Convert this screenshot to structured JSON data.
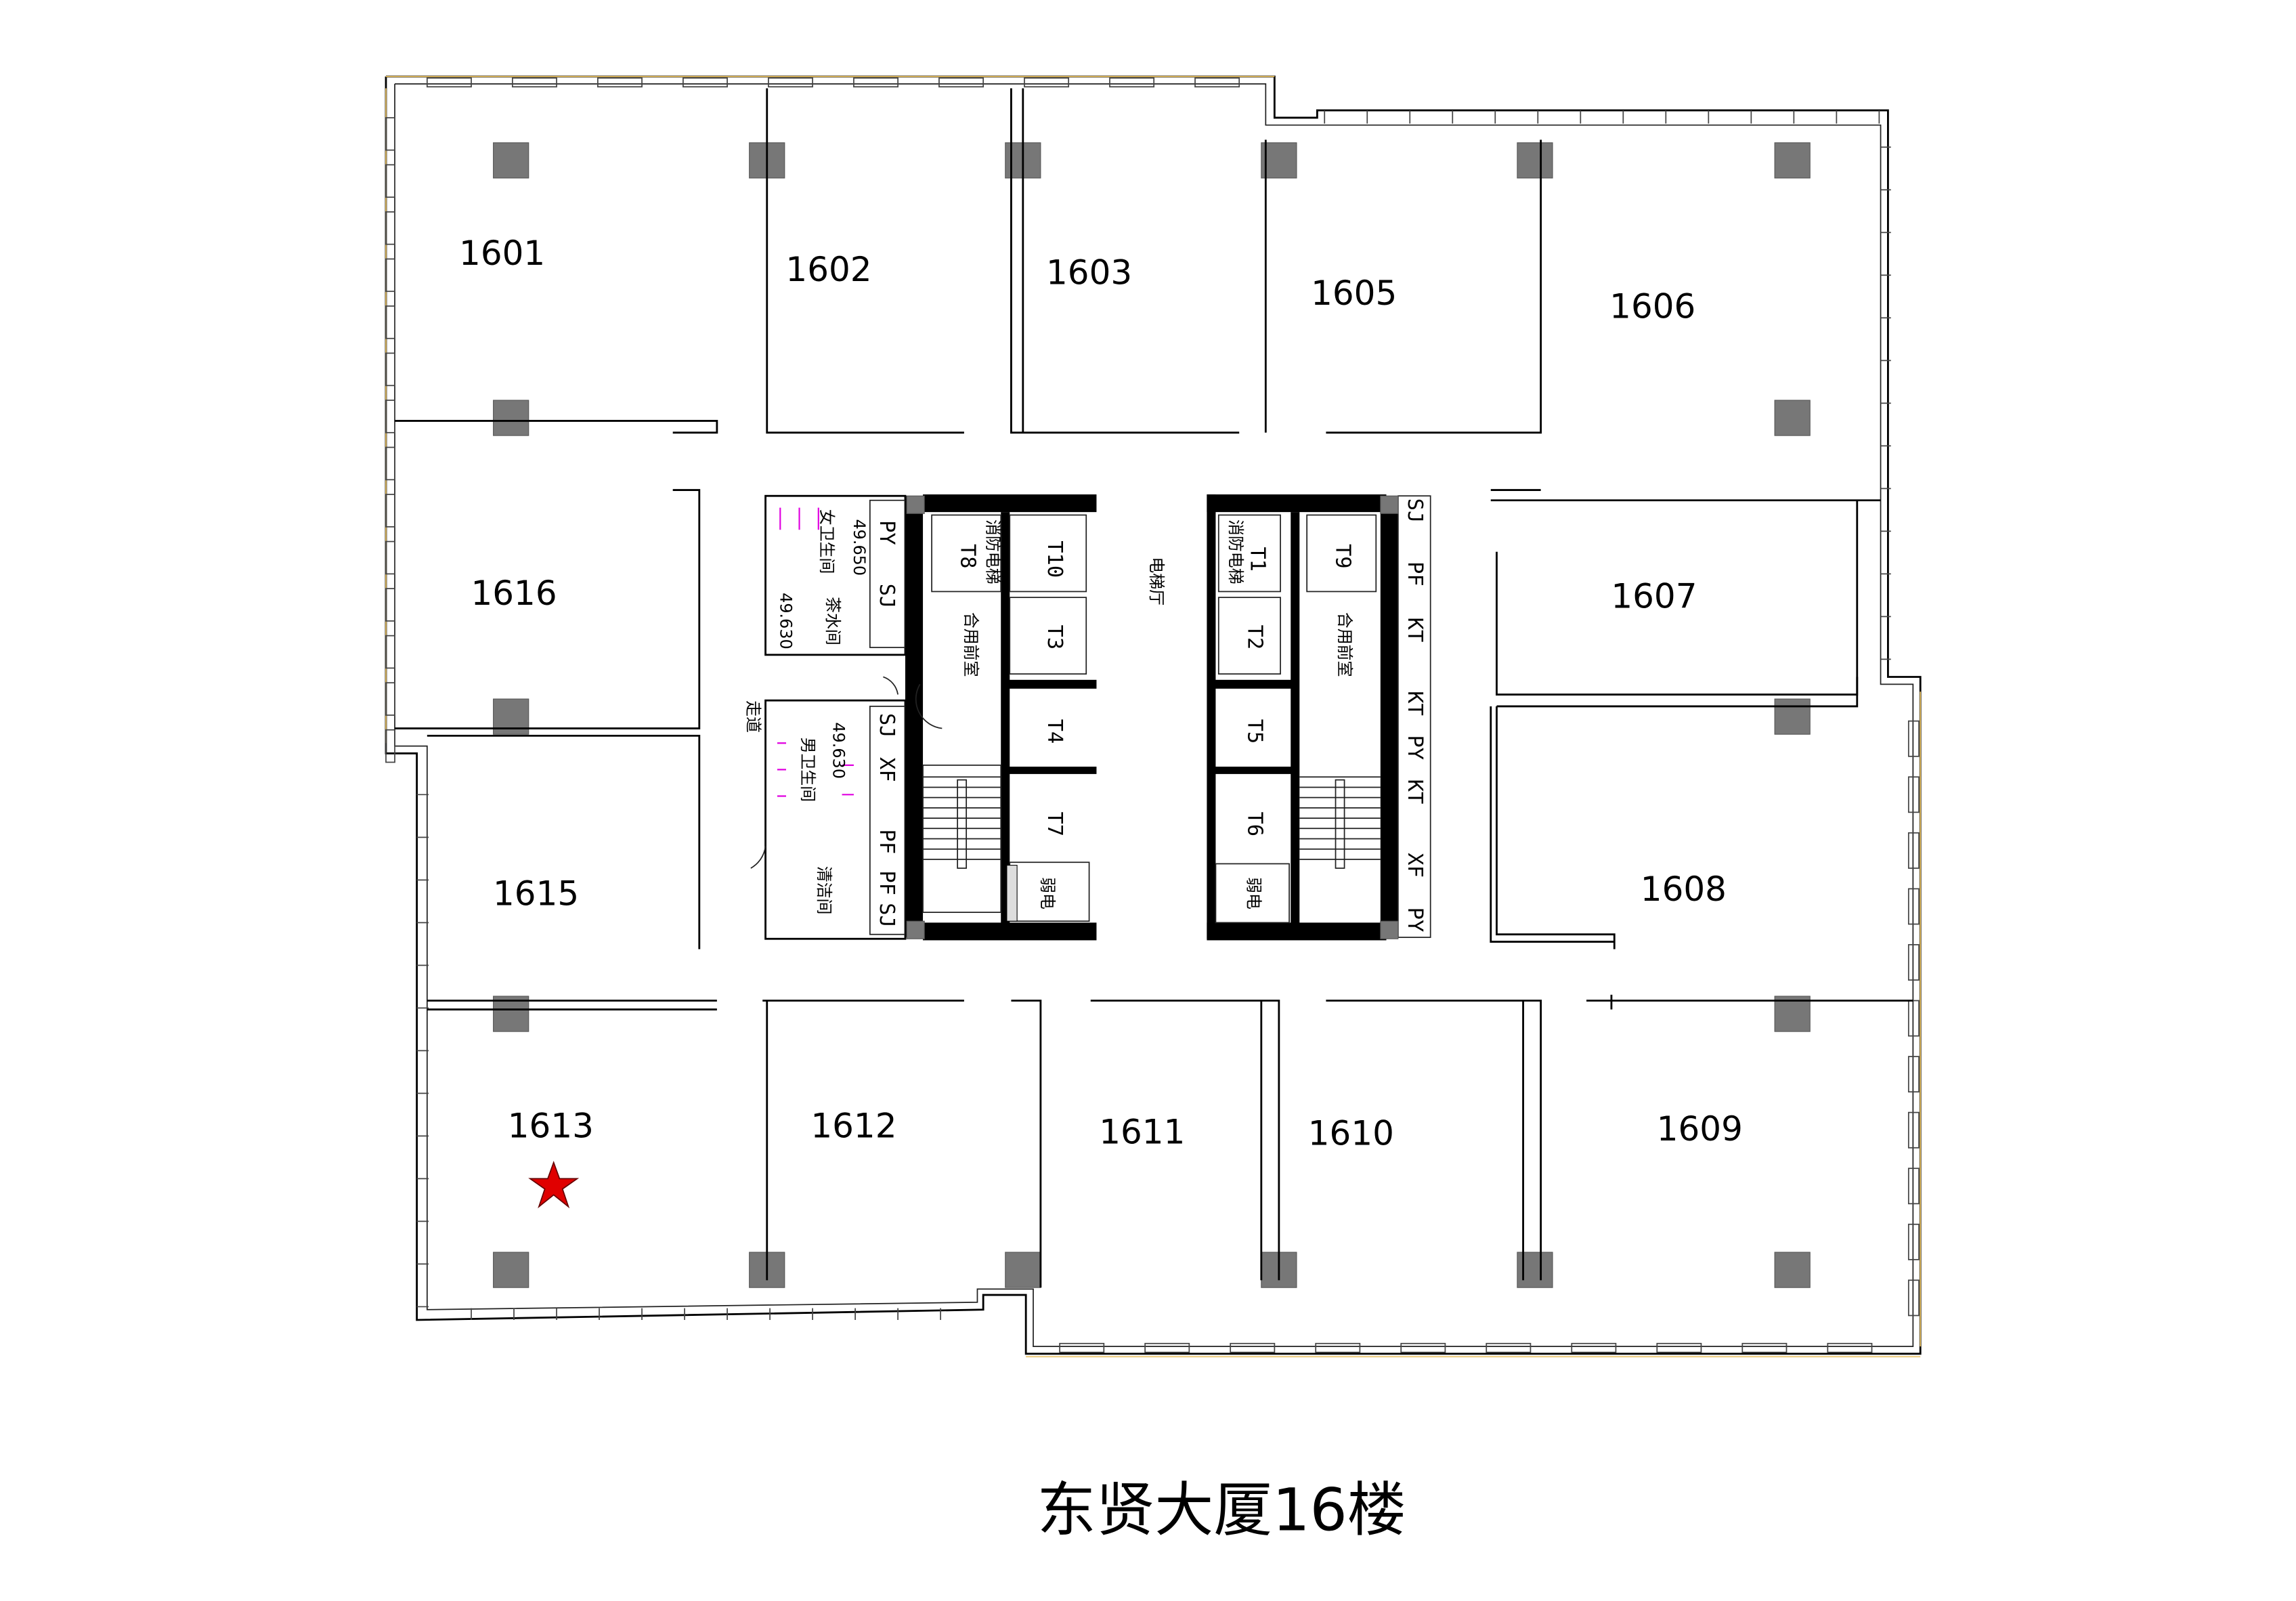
{
  "plan": {
    "title": "东贤大厦16楼",
    "rooms": [
      "1601",
      "1602",
      "1603",
      "1605",
      "1606",
      "1616",
      "1607",
      "1615",
      "1608",
      "1613",
      "1612",
      "1611",
      "1610",
      "1609"
    ],
    "marker": {
      "room": "1613",
      "icon": "red-star-icon",
      "color": "#e00000"
    },
    "core_labels": {
      "elevator_hall": "电梯厅",
      "shared_anteroom_left": "合用前室",
      "shared_anteroom_right": "合用前室",
      "fire_elevator_left": "消防电梯",
      "fire_elevator_right": "消防电梯",
      "mens_wc": "男卫生间",
      "womens_wc": "女卫生间",
      "tea_room": "茶水间",
      "cleaning_room": "清洁间",
      "weak_current_left": "弱电",
      "weak_current_right": "弱电",
      "corridor": "走道",
      "elev_top": "49.650",
      "elev_tea": "49.630",
      "elev_wc": "49.630"
    },
    "elevators": [
      "T10",
      "T3",
      "T4",
      "T7",
      "T8",
      "T1",
      "T9",
      "T2",
      "T5",
      "T6"
    ],
    "shafts_left": [
      "PY",
      "SJ",
      "SJ",
      "XF",
      "PF",
      "PF",
      "SJ"
    ],
    "shafts_right": [
      "SJ",
      "PF",
      "KT",
      "KT",
      "PY",
      "KT",
      "XF",
      "PY"
    ]
  }
}
